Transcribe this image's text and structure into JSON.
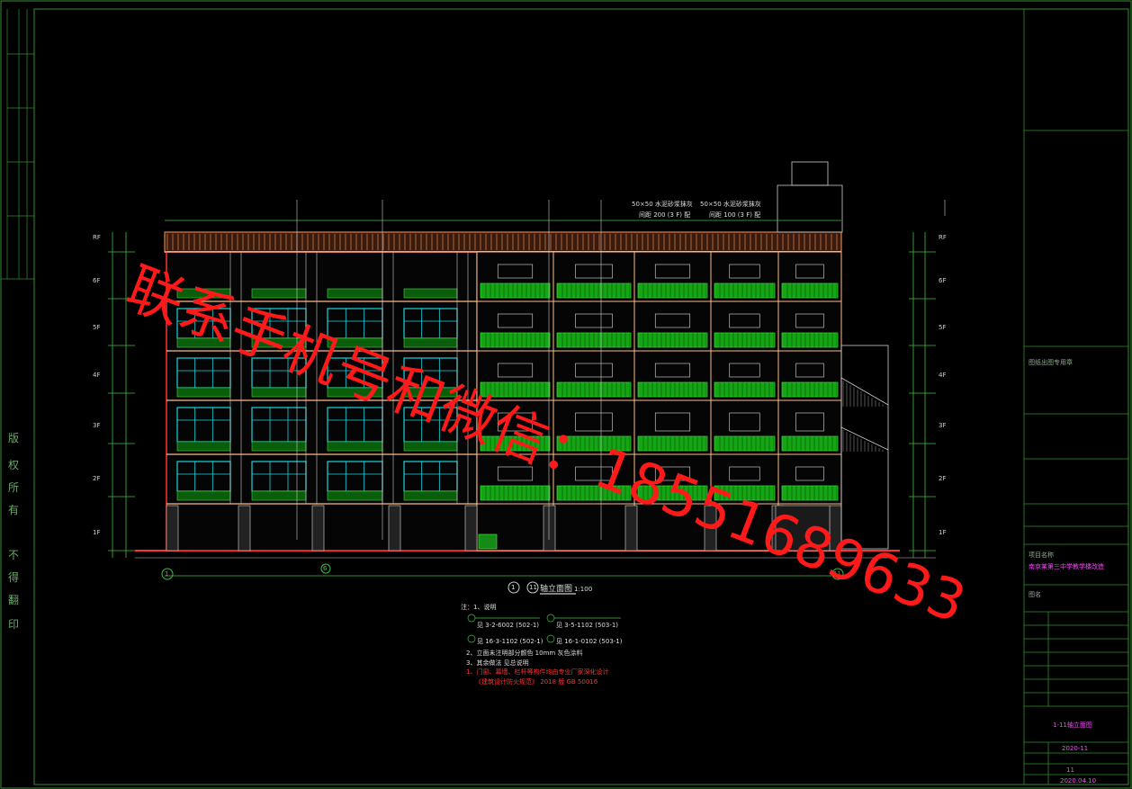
{
  "drawing": {
    "floors": [
      "1F",
      "2F",
      "3F",
      "4F",
      "5F",
      "6F",
      "RF"
    ],
    "axis_start": "1",
    "axis_end": "11",
    "axis_mid": "6",
    "title_axes": [
      "1",
      "11"
    ],
    "title_text": "轴立面图",
    "scale": "1:100",
    "roof_note_left": "50×50 水泥砂浆抹灰",
    "roof_note_right": "50×50 水泥砂浆抹灰",
    "roof_sub_left": "间距 200 (3 F) 配",
    "roof_sub_right": "间距 100 (3 F) 配"
  },
  "notes": {
    "heading": "注：1、说明",
    "lines": [
      "见 3-2-6002 (502-1)",
      "见 3-5-1102 (503-1)",
      "见 16-3-1102 (502-1)",
      "见 16-1-0102 (503-1)",
      "2、立面未注明部分颜色 10mm 灰色涂料",
      "3、其余做法 见总说明"
    ],
    "red_lines": [
      "1、门窗、幕墙、栏杆等构件均由专业厂家深化设计",
      "《建筑设计防火规范》 2018 版 GB 50016"
    ]
  },
  "side_text": [
    "版",
    "权",
    "所",
    "有",
    "不",
    "得",
    "翻",
    "印"
  ],
  "title_block": {
    "company_cn": "图纸出图专用章",
    "project_label": "项目名称",
    "project_name": "南京某第三中学教学楼改造",
    "drawing_label": "图名",
    "drawing_name": "1-11轴立面图",
    "date": "2020-11",
    "sheet": "11",
    "issue_date": "2020.04.10"
  },
  "watermark": {
    "text": "联系手机号和微信：18551689633"
  }
}
